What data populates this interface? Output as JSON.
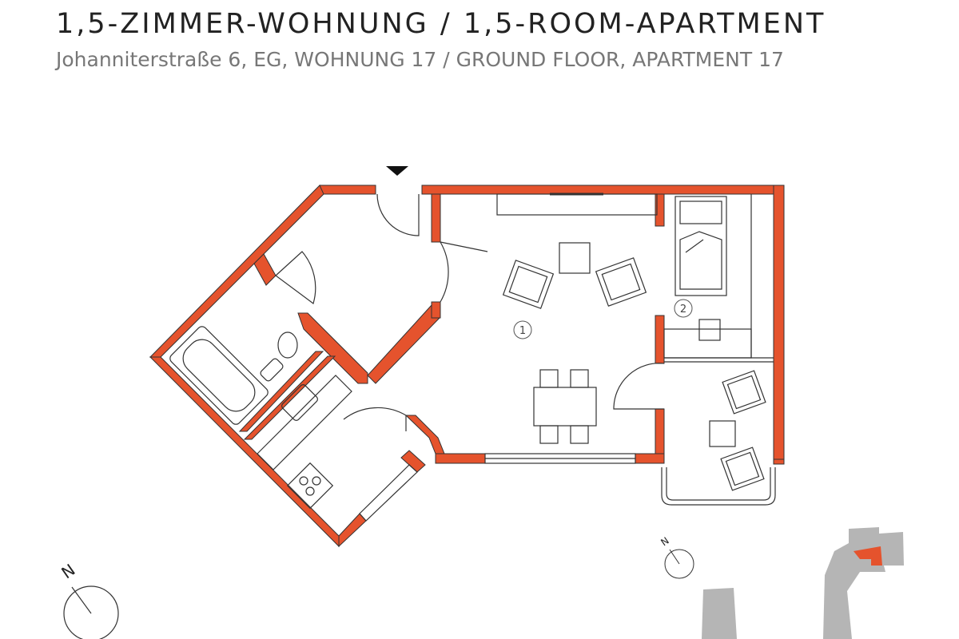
{
  "header": {
    "title": "1,5-ZIMMER-WOHNUNG / 1,5-ROOM-APARTMENT",
    "subtitle": "Johanniterstraße 6, EG, WOHNUNG 17 / GROUND FLOOR, APARTMENT 17"
  },
  "plan": {
    "rooms": [
      {
        "number": "1"
      },
      {
        "number": "2"
      }
    ],
    "compass_label": "N",
    "site_compass_label": "N"
  },
  "colors": {
    "wall": "#E5532D",
    "outline": "#333333",
    "text": "#222222",
    "subtext": "#777777",
    "site_building": "#B5B5B5"
  }
}
